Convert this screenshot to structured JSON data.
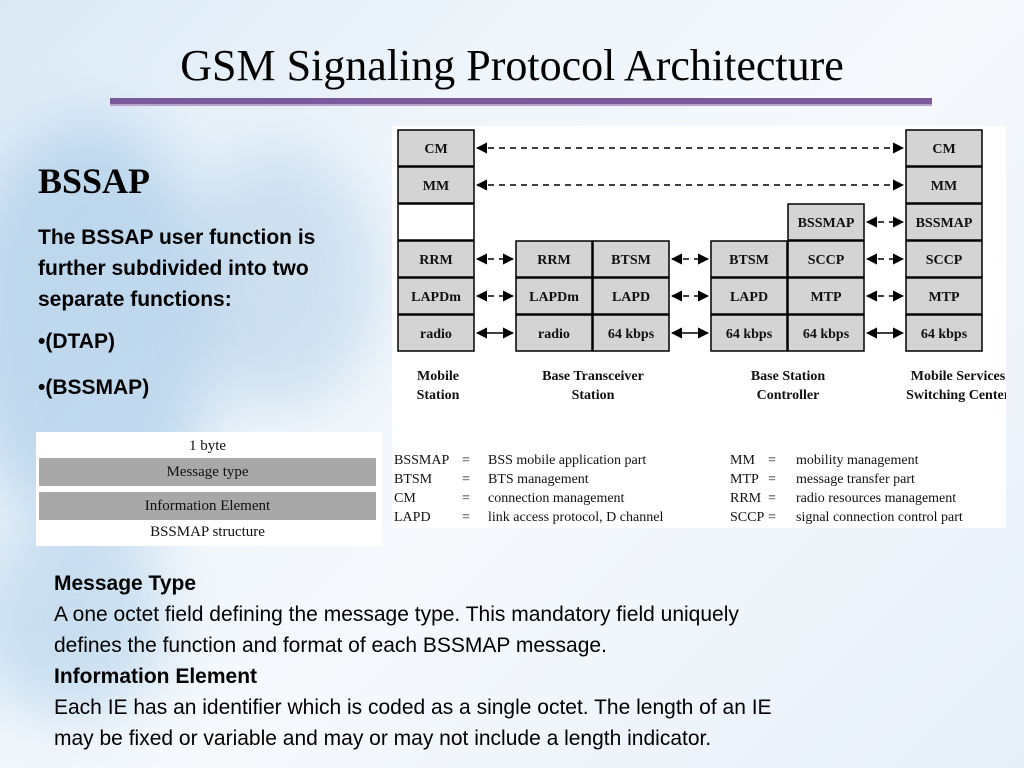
{
  "slide": {
    "title": "GSM Signaling Protocol Architecture",
    "heading": "BSSAP",
    "intro": "The BSSAP user function is further subdivided into two separate functions:",
    "bullets": [
      "•(DTAP)",
      "•(BSSMAP)"
    ]
  },
  "structure": {
    "header": "1 byte",
    "rows": [
      "Message type",
      "Information Element"
    ],
    "caption": "BSSMAP structure"
  },
  "diagram": {
    "mobile_station": {
      "label_line1": "Mobile",
      "label_line2": "Station",
      "layers": [
        "CM",
        "MM",
        "",
        "RRM",
        "LAPDm",
        "radio"
      ]
    },
    "bts": {
      "label_line1": "Base Transceiver",
      "label_line2": "Station",
      "left_layers": [
        "RRM",
        "LAPDm",
        "radio"
      ],
      "right_layers": [
        "BTSM",
        "LAPD",
        "64 kbps"
      ]
    },
    "bsc": {
      "label_line1": "Base Station",
      "label_line2": "Controller",
      "left_layers": [
        "BTSM",
        "LAPD",
        "64 kbps"
      ],
      "right_layers": [
        "BSSMAP",
        "SCCP",
        "MTP",
        "64 kbps"
      ]
    },
    "msc": {
      "label_line1": "Mobile Services",
      "label_line2": "Switching Center",
      "layers": [
        "CM",
        "MM",
        "BSSMAP",
        "SCCP",
        "MTP",
        "64 kbps"
      ]
    },
    "colors": {
      "box_fill": "#d4d4d4",
      "box_stroke": "#000000"
    }
  },
  "legend": {
    "left": [
      {
        "abbr": "BSSMAP",
        "eq": "=",
        "desc": "BSS mobile application part"
      },
      {
        "abbr": "BTSM",
        "eq": "=",
        "desc": "BTS management"
      },
      {
        "abbr": "CM",
        "eq": "=",
        "desc": "connection management"
      },
      {
        "abbr": "LAPD",
        "eq": "=",
        "desc": "link access protocol, D channel"
      }
    ],
    "right": [
      {
        "abbr": "MM",
        "eq": "=",
        "desc": "mobility management"
      },
      {
        "abbr": "MTP",
        "eq": "=",
        "desc": "message transfer part"
      },
      {
        "abbr": "RRM",
        "eq": "=",
        "desc": "radio resources management"
      },
      {
        "abbr": "SCCP",
        "eq": "=",
        "desc": "signal connection control part"
      }
    ]
  },
  "descriptions": {
    "message_type_title": "Message Type",
    "message_type_line1": "A one octet field defining the message type. This mandatory field uniquely",
    "message_type_line2": "defines the function and format of each BSSMAP message.",
    "ie_title": "Information Element",
    "ie_line1": "Each IE has an identifier which is coded as a single octet. The length of an IE",
    "ie_line2": "may be fixed or variable and may or may not include a length indicator."
  }
}
